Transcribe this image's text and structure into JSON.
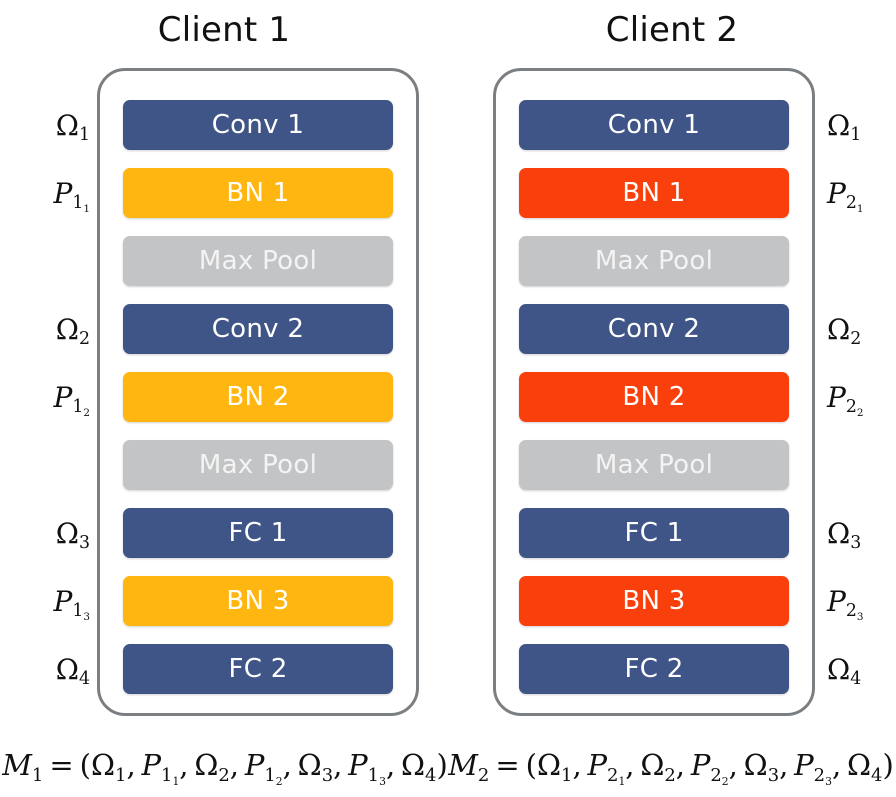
{
  "figure": {
    "colors": {
      "conv_fc": "#3f5487",
      "bn_client1": "#ffb610",
      "bn_client2": "#f9400c",
      "max_pool": "#c2c4c6",
      "container_border": "#7c7f82",
      "background": "#ffffff",
      "text": "#111111"
    }
  },
  "clients": [
    {
      "title": "Client 1",
      "layers": [
        {
          "label": "Conv 1",
          "kind": "conv"
        },
        {
          "label": "BN 1",
          "kind": "bn-amber"
        },
        {
          "label": "Max Pool",
          "kind": "pool"
        },
        {
          "label": "Conv 2",
          "kind": "conv"
        },
        {
          "label": "BN 2",
          "kind": "bn-amber"
        },
        {
          "label": "Max Pool",
          "kind": "pool"
        },
        {
          "label": "FC 1",
          "kind": "conv"
        },
        {
          "label": "BN 3",
          "kind": "bn-amber"
        },
        {
          "label": "FC 2",
          "kind": "conv"
        }
      ],
      "side_labels": [
        {
          "base": "Ω",
          "sub": "1",
          "sub2": "",
          "upright": true,
          "visible": true
        },
        {
          "base": "P",
          "sub": "1",
          "sub2": "1",
          "upright": false,
          "visible": true
        },
        {
          "base": "",
          "sub": "",
          "sub2": "",
          "upright": true,
          "visible": false
        },
        {
          "base": "Ω",
          "sub": "2",
          "sub2": "",
          "upright": true,
          "visible": true
        },
        {
          "base": "P",
          "sub": "1",
          "sub2": "2",
          "upright": false,
          "visible": true
        },
        {
          "base": "",
          "sub": "",
          "sub2": "",
          "upright": true,
          "visible": false
        },
        {
          "base": "Ω",
          "sub": "3",
          "sub2": "",
          "upright": true,
          "visible": true
        },
        {
          "base": "P",
          "sub": "1",
          "sub2": "3",
          "upright": false,
          "visible": true
        },
        {
          "base": "Ω",
          "sub": "4",
          "sub2": "",
          "upright": true,
          "visible": true
        }
      ],
      "formula": {
        "lhs_base": "M",
        "lhs_sub": "1",
        "equals": "=",
        "open": "(",
        "close": ")",
        "terms": [
          {
            "base": "Ω",
            "sub": "1",
            "sub2": "",
            "upright": true
          },
          {
            "base": "P",
            "sub": "1",
            "sub2": "1",
            "upright": false
          },
          {
            "base": "Ω",
            "sub": "2",
            "sub2": "",
            "upright": true
          },
          {
            "base": "P",
            "sub": "1",
            "sub2": "2",
            "upright": false
          },
          {
            "base": "Ω",
            "sub": "3",
            "sub2": "",
            "upright": true
          },
          {
            "base": "P",
            "sub": "1",
            "sub2": "3",
            "upright": false
          },
          {
            "base": "Ω",
            "sub": "4",
            "sub2": "",
            "upright": true
          }
        ],
        "text": "M₁ = (Ω₁, P₁₁, Ω₂, P₁₂, Ω₃, P₁₃, Ω₄)"
      }
    },
    {
      "title": "Client 2",
      "layers": [
        {
          "label": "Conv 1",
          "kind": "conv"
        },
        {
          "label": "BN 1",
          "kind": "bn-red"
        },
        {
          "label": "Max Pool",
          "kind": "pool"
        },
        {
          "label": "Conv 2",
          "kind": "conv"
        },
        {
          "label": "BN 2",
          "kind": "bn-red"
        },
        {
          "label": "Max Pool",
          "kind": "pool"
        },
        {
          "label": "FC 1",
          "kind": "conv"
        },
        {
          "label": "BN 3",
          "kind": "bn-red"
        },
        {
          "label": "FC 2",
          "kind": "conv"
        }
      ],
      "side_labels": [
        {
          "base": "Ω",
          "sub": "1",
          "sub2": "",
          "upright": true,
          "visible": true
        },
        {
          "base": "P",
          "sub": "2",
          "sub2": "1",
          "upright": false,
          "visible": true
        },
        {
          "base": "",
          "sub": "",
          "sub2": "",
          "upright": true,
          "visible": false
        },
        {
          "base": "Ω",
          "sub": "2",
          "sub2": "",
          "upright": true,
          "visible": true
        },
        {
          "base": "P",
          "sub": "2",
          "sub2": "2",
          "upright": false,
          "visible": true
        },
        {
          "base": "",
          "sub": "",
          "sub2": "",
          "upright": true,
          "visible": false
        },
        {
          "base": "Ω",
          "sub": "3",
          "sub2": "",
          "upright": true,
          "visible": true
        },
        {
          "base": "P",
          "sub": "2",
          "sub2": "3",
          "upright": false,
          "visible": true
        },
        {
          "base": "Ω",
          "sub": "4",
          "sub2": "",
          "upright": true,
          "visible": true
        }
      ],
      "formula": {
        "lhs_base": "M",
        "lhs_sub": "2",
        "equals": "=",
        "open": "(",
        "close": ")",
        "terms": [
          {
            "base": "Ω",
            "sub": "1",
            "sub2": "",
            "upright": true
          },
          {
            "base": "P",
            "sub": "2",
            "sub2": "1",
            "upright": false
          },
          {
            "base": "Ω",
            "sub": "2",
            "sub2": "",
            "upright": true
          },
          {
            "base": "P",
            "sub": "2",
            "sub2": "2",
            "upright": false
          },
          {
            "base": "Ω",
            "sub": "3",
            "sub2": "",
            "upright": true
          },
          {
            "base": "P",
            "sub": "2",
            "sub2": "3",
            "upright": false
          },
          {
            "base": "Ω",
            "sub": "4",
            "sub2": "",
            "upright": true
          }
        ],
        "text": "M₂ = (Ω₁, P₂₁, Ω₂, P₂₂, Ω₃, P₂₃, Ω₄)"
      }
    }
  ]
}
